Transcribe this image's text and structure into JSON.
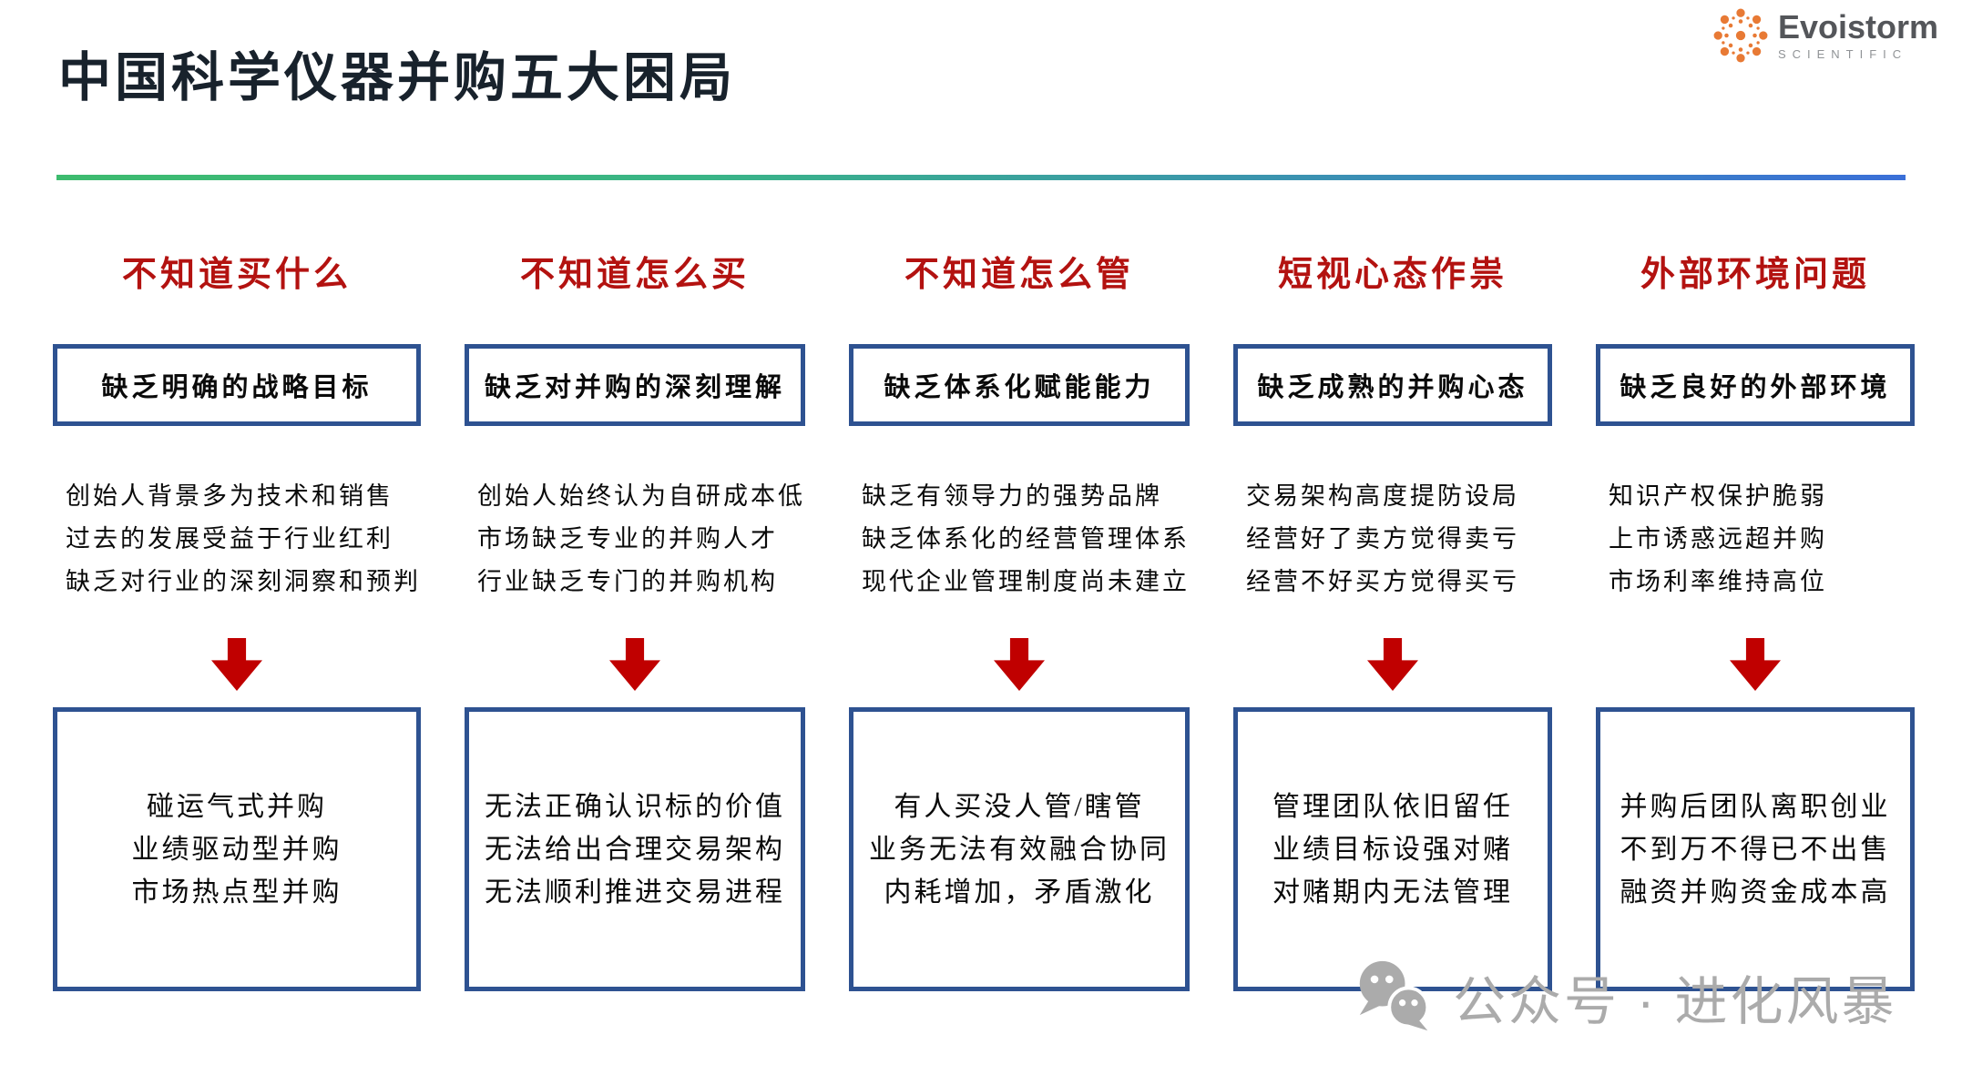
{
  "page": {
    "title": "中国科学仪器并购五大困局"
  },
  "logo": {
    "name": "Evoistorm",
    "subtitle": "SCIENTIFIC",
    "accent_color": "#e87a35",
    "text_color": "#54565a"
  },
  "colors": {
    "title": "#18222c",
    "header_red": "#b31210",
    "arrow_red": "#c00000",
    "box_border_blue": "#2e5291",
    "divider_green": "#3dbb6e",
    "divider_blue": "#3a6fd8",
    "watermark_gray": "#ababab"
  },
  "columns": [
    {
      "header": "不知道买什么",
      "box": "缺乏明确的战略目标",
      "causes": [
        "创始人背景多为技术和销售",
        "过去的发展受益于行业红利",
        "缺乏对行业的深刻洞察和预判"
      ],
      "results": [
        "碰运气式并购",
        "业绩驱动型并购",
        "市场热点型并购"
      ]
    },
    {
      "header": "不知道怎么买",
      "box": "缺乏对并购的深刻理解",
      "causes": [
        "创始人始终认为自研成本低",
        "市场缺乏专业的并购人才",
        "行业缺乏专门的并购机构"
      ],
      "results": [
        "无法正确认识标的价值",
        "无法给出合理交易架构",
        "无法顺利推进交易进程"
      ]
    },
    {
      "header": "不知道怎么管",
      "box": "缺乏体系化赋能能力",
      "causes": [
        "缺乏有领导力的强势品牌",
        "缺乏体系化的经营管理体系",
        "现代企业管理制度尚未建立"
      ],
      "results": [
        "有人买没人管/瞎管",
        "业务无法有效融合协同",
        "内耗增加，矛盾激化"
      ]
    },
    {
      "header": "短视心态作祟",
      "box": "缺乏成熟的并购心态",
      "causes": [
        "交易架构高度提防设局",
        "经营好了卖方觉得卖亏",
        "经营不好买方觉得买亏"
      ],
      "results": [
        "管理团队依旧留任",
        "业绩目标设强对赌",
        "对赌期内无法管理"
      ]
    },
    {
      "header": "外部环境问题",
      "box": "缺乏良好的外部环境",
      "causes": [
        "知识产权保护脆弱",
        "上市诱惑远超并购",
        "市场利率维持高位"
      ],
      "results": [
        "并购后团队离职创业",
        "不到万不得已不出售",
        "融资并购资金成本高"
      ]
    }
  ],
  "watermark": {
    "text": "公众号 · 进化风暴"
  }
}
